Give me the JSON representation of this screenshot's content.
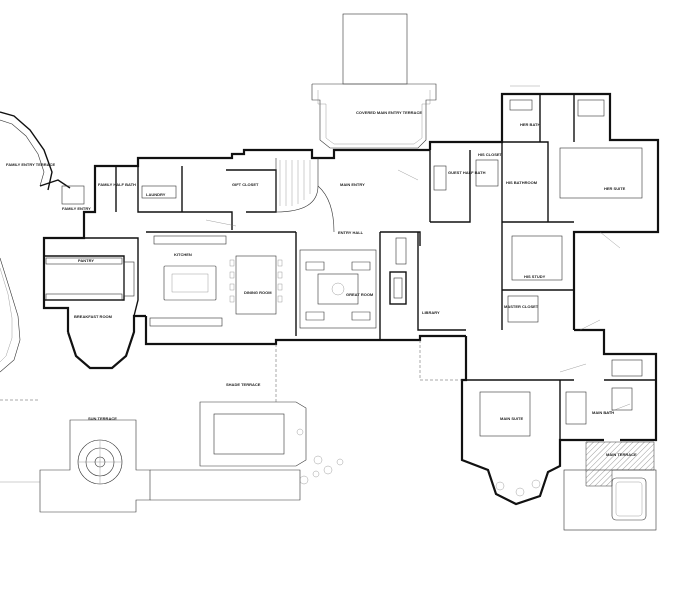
{
  "rooms": {
    "family_entry_terrace": "FAMILY ENTRY TERRACE",
    "family_half_bath": "FAMILY HALF BATH",
    "family_entry": "FAMILY ENTRY",
    "laundry": "LAUNDRY",
    "gift_closet": "GIFT CLOSET",
    "covered_main_entry_terrace": "COVERED MAIN ENTRY TERRACE",
    "main_entry": "MAIN ENTRY",
    "guest_half_bath": "GUEST HALF BATH",
    "his_closet": "HIS CLOSET",
    "his_bathroom": "HIS BATHROOM",
    "her_bath": "HER BATH",
    "her_suite": "HER SUITE",
    "pantry": "PANTRY",
    "kitchen": "KITCHEN",
    "dining_room": "DINING ROOM",
    "great_room": "GREAT ROOM",
    "library": "LIBRARY",
    "entry_hall": "ENTRY HALL",
    "his_study": "HIS STUDY",
    "breakfast_room": "BREAKFAST ROOM",
    "master_closet": "MASTER CLOSET",
    "shade_terrace": "SHADE TERRACE",
    "sun_terrace": "SUN TERRACE",
    "main_suite": "MAIN SUITE",
    "main_bath": "MAIN BATH",
    "main_terrace": "MAIN TERRACE"
  }
}
